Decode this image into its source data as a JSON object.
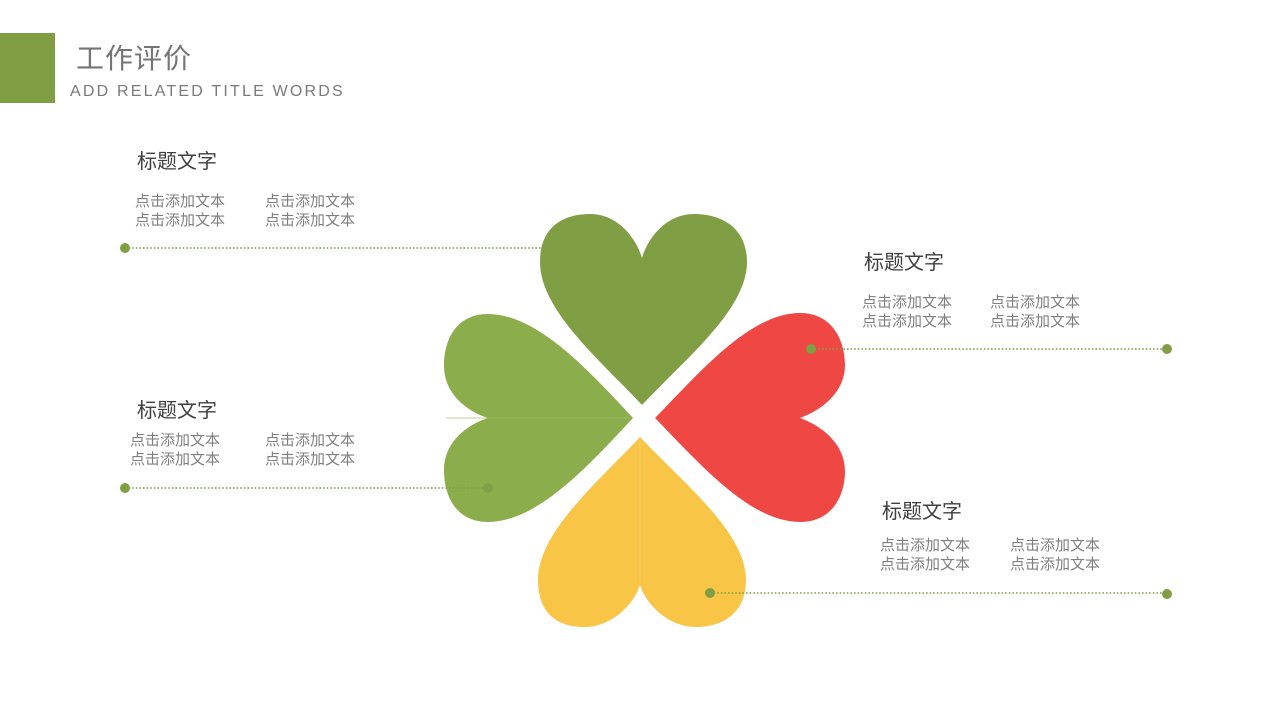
{
  "header": {
    "title": "工作评价",
    "subtitle": "ADD RELATED TITLE WORDS"
  },
  "colors": {
    "accent": "#809f45",
    "leaf_top": "#809f45",
    "leaf_left": "#8cad4c",
    "leaf_right": "#ef4744",
    "leaf_bottom": "#f8c546",
    "connector": "#809f45",
    "title_text": "#3f3f3f",
    "body_text": "#7f7f7f"
  },
  "blocks": [
    {
      "position": "top-left",
      "title": "标题文字",
      "col1": [
        "点击添加文本",
        "点击添加文本"
      ],
      "col2": [
        "点击添加文本",
        "点击添加文本"
      ]
    },
    {
      "position": "top-right",
      "title": "标题文字",
      "col1": [
        "点击添加文本",
        "点击添加文本"
      ],
      "col2": [
        "点击添加文本",
        "点击添加文本"
      ]
    },
    {
      "position": "middle-left",
      "title": "标题文字",
      "col1": [
        "点击添加文本",
        "点击添加文本"
      ],
      "col2": [
        "点击添加文本",
        "点击添加文本"
      ]
    },
    {
      "position": "bottom-right",
      "title": "标题文字",
      "col1": [
        "点击添加文本",
        "点击添加文本"
      ],
      "col2": [
        "点击添加文本",
        "点击添加文本"
      ]
    }
  ],
  "diagram": {
    "type": "four-leaf-clover",
    "leaves": [
      "top",
      "right",
      "left",
      "bottom"
    ]
  }
}
